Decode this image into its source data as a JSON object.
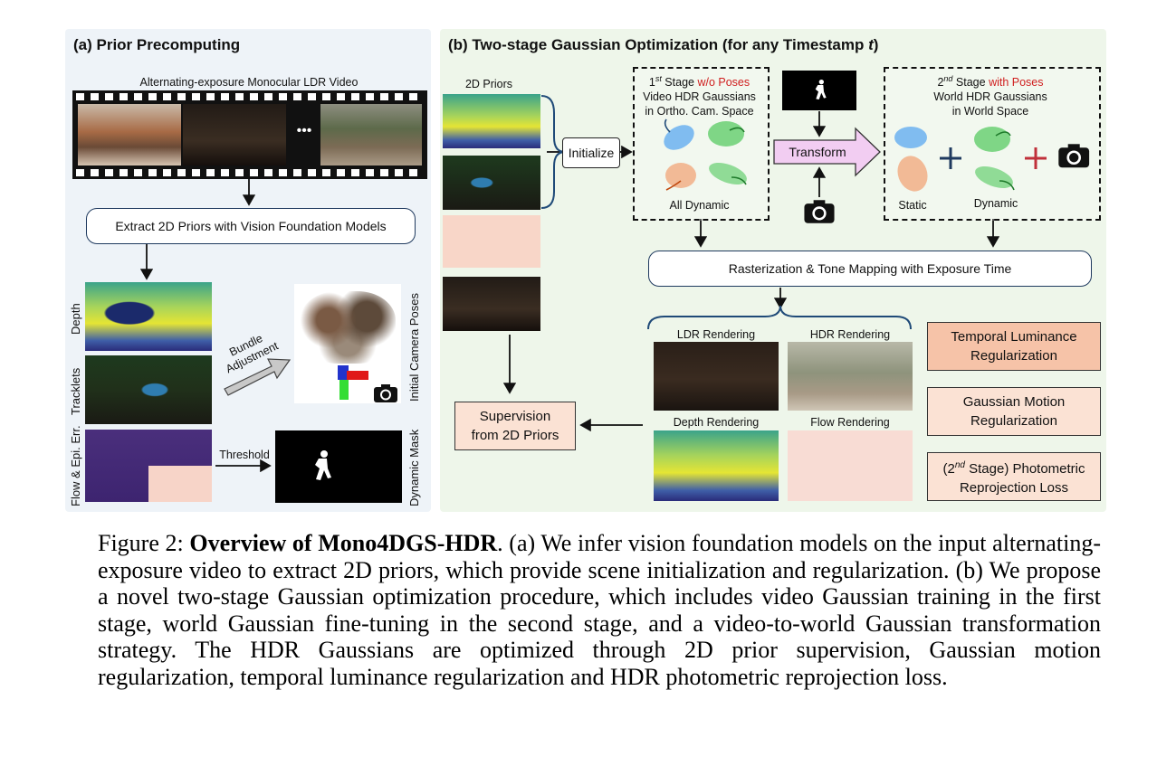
{
  "panel_a": {
    "title": "(a) Prior Precomputing",
    "video_label": "Alternating-exposure Monocular LDR Video",
    "ellipsis": "•••",
    "extract_box": "Extract 2D Priors with Vision Foundation Models",
    "depth_label": "Depth",
    "tracklets_label": "Tracklets",
    "flow_label": "Flow & Epi. Err.",
    "bundle_label_1": "Bundle",
    "bundle_label_2": "Adjustment",
    "poses_label": "Initial Camera Poses",
    "threshold_label": "Threshold",
    "mask_label": "Dynamic Mask"
  },
  "panel_b": {
    "title": "(b) Two-stage Gaussian Optimization (for any Timestamp ",
    "title_var": "t",
    "title_end": ")",
    "priors_label": "2D Priors",
    "initialize": "Initialize",
    "stage1_num": "1",
    "stage1_sup": "st",
    "stage1_word": " Stage ",
    "stage1_highlight": "w/o Poses",
    "stage1_line2": "Video HDR Gaussians",
    "stage1_line3": "in Ortho. Cam. Space",
    "all_dynamic": "All Dynamic",
    "transform": "Transform",
    "stage2_num": "2",
    "stage2_sup": "nd",
    "stage2_word": " Stage ",
    "stage2_highlight": "with Poses",
    "stage2_line2": "World HDR Gaussians",
    "stage2_line3": "in World Space",
    "static": "Static",
    "dynamic": "Dynamic",
    "raster_box": "Rasterization & Tone Mapping with Exposure Time",
    "ldr_rendering": "LDR Rendering",
    "hdr_rendering": "HDR Rendering",
    "depth_rendering": "Depth Rendering",
    "flow_rendering": "Flow Rendering",
    "supervision_1": "Supervision",
    "supervision_2": "from 2D Priors",
    "temporal_1": "Temporal Luminance",
    "temporal_2": "Regularization",
    "motion_1": "Gaussian Motion",
    "motion_2": "Regularization",
    "photo_pre": "(2",
    "photo_sup": "nd",
    "photo_post": " Stage) Photometric",
    "photo_2": "Reprojection Loss"
  },
  "caption": {
    "label": "Figure 2:",
    "bold": "Overview of Mono4DGS-HDR",
    "text": ". (a) We infer vision foundation models on the input alternating-exposure video to extract 2D priors, which provide scene initialization and regularization. (b) We propose a novel two-stage Gaussian optimization procedure, which includes video Gaussian training in the first stage, world Gaussian fine-tuning in the second stage, and a video-to-world Gaussian transformation strategy. The HDR Gaussians are optimized through 2D prior supervision, Gaussian motion regularization, temporal luminance regularization and HDR photometric reprojection loss."
  },
  "colors": {
    "panel_a_bg": "#eef3f8",
    "panel_b_bg": "#eef6ea",
    "red_text": "#d02020",
    "transform_fill": "#f2cdf2",
    "reg_fill_dark": "#f6c3a8",
    "reg_fill_light": "#fbe2d4"
  }
}
